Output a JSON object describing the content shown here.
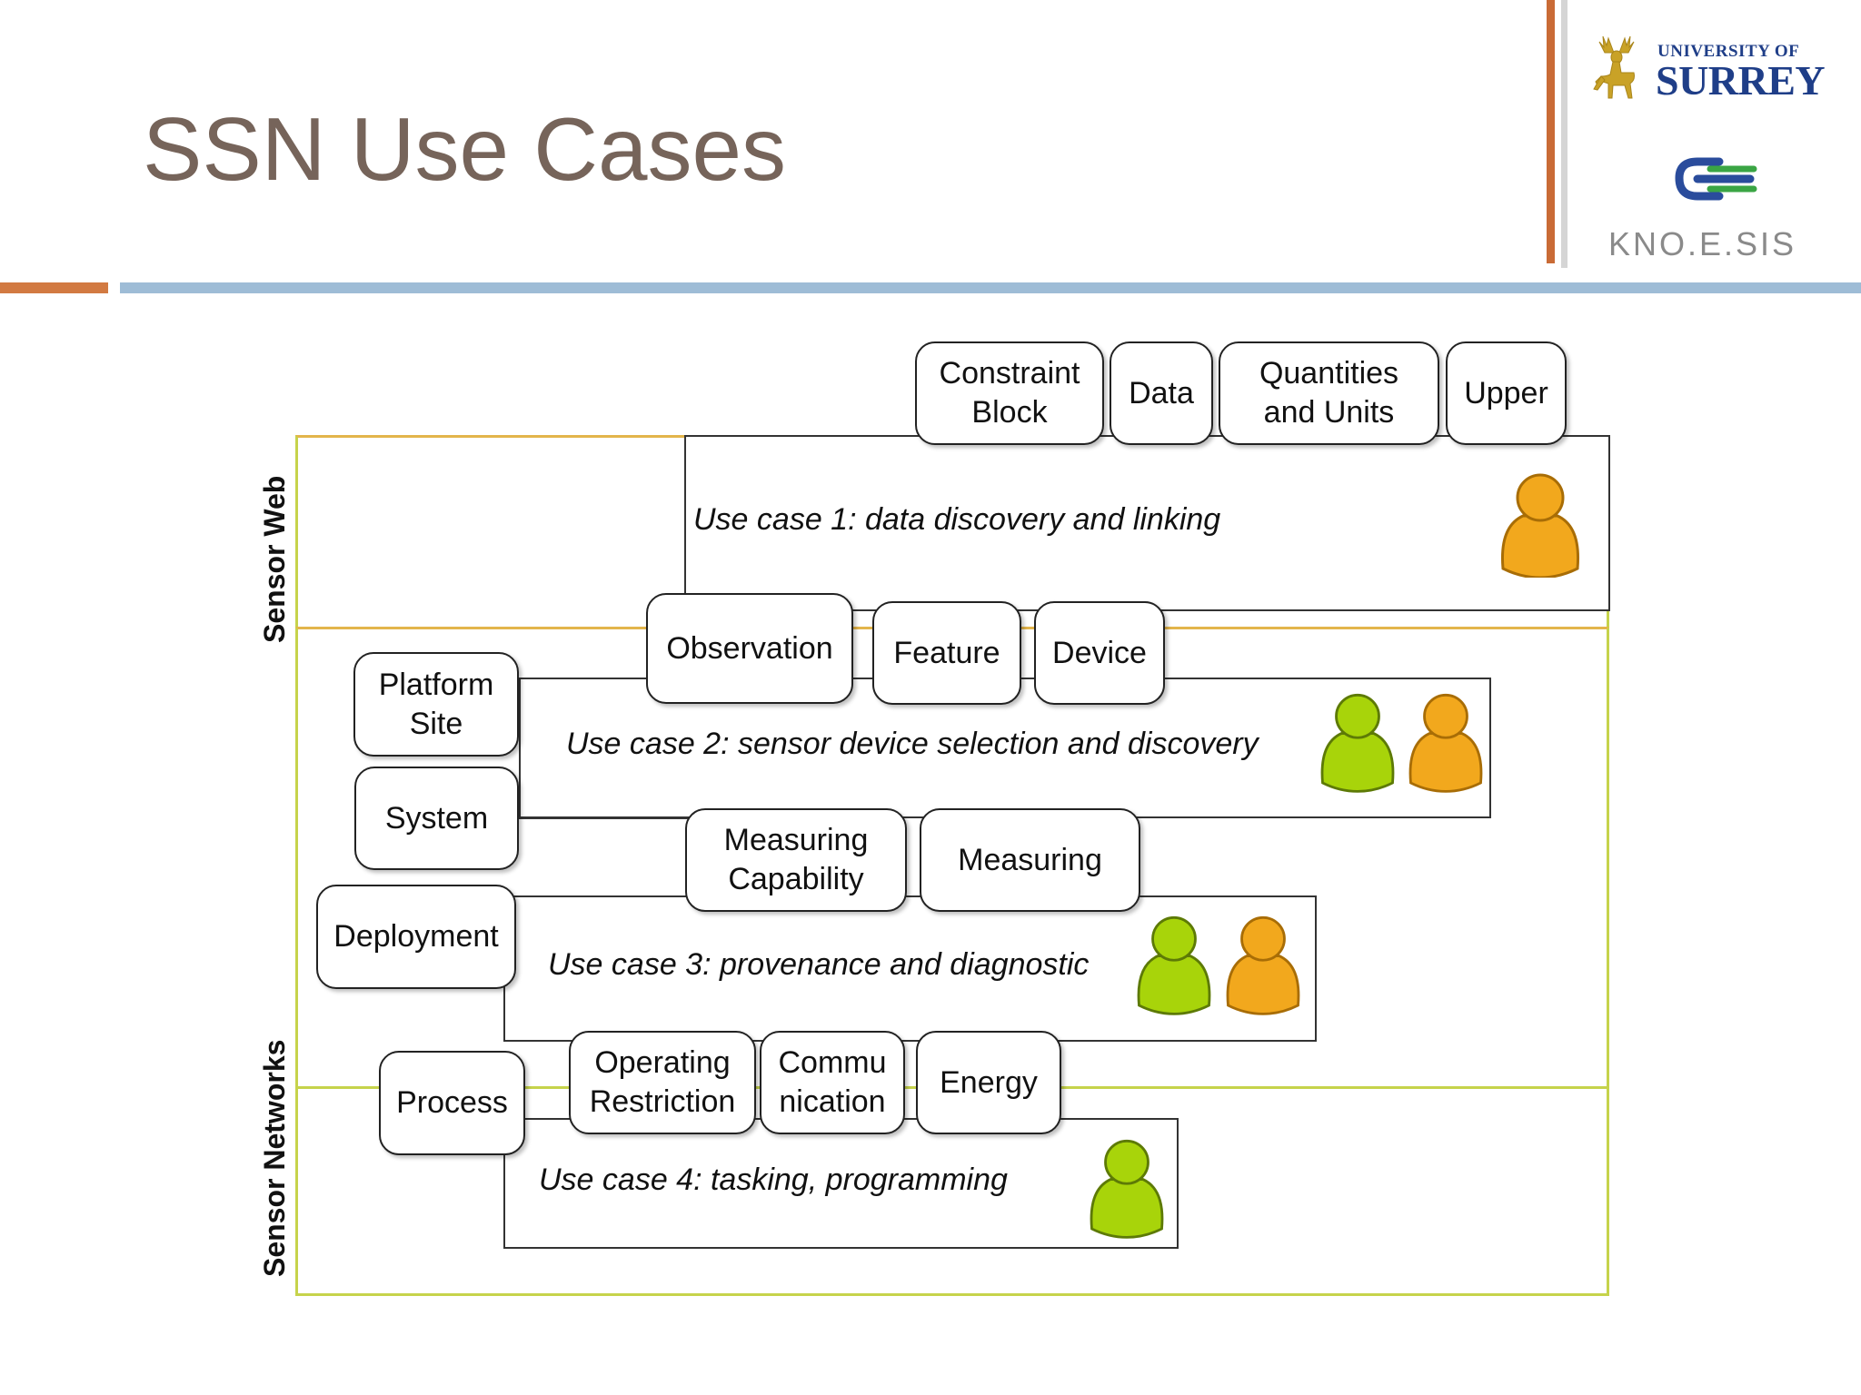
{
  "header": {
    "title": "SSN Use Cases"
  },
  "logos": {
    "surrey_top": "UNIVERSITY OF",
    "surrey_main": "SURREY",
    "knoesis": "KNO.E.SIS"
  },
  "colors": {
    "title": "#76645a",
    "rule_orange": "#d27a42",
    "rule_blue": "#9ebcd6",
    "band_green": "#c6d34b",
    "band_gold": "#e3b54b",
    "actor_green": "#a8d40a",
    "actor_orange": "#f2a81d"
  },
  "diagram": {
    "layers": {
      "sensor_web": "Sensor Web",
      "sensor_networks": "Sensor Networks"
    },
    "use_cases": {
      "uc1": "Use case 1: data discovery and linking",
      "uc2": "Use case 2: sensor device selection and discovery",
      "uc3": "Use case 3: provenance and diagnostic",
      "uc4": "Use case 4: tasking, programming"
    },
    "concepts": {
      "constraint_block": "Constraint\nBlock",
      "data": "Data",
      "quantities_units": "Quantities\nand Units",
      "upper": "Upper",
      "observation": "Observation",
      "feature": "Feature",
      "device": "Device",
      "platform_site": "Platform\nSite",
      "system": "System",
      "measuring_capability": "Measuring\nCapability",
      "measuring": "Measuring",
      "deployment": "Deployment",
      "process": "Process",
      "operating_restriction": "Operating\nRestriction",
      "communication": "Commu\nnication",
      "energy": "Energy"
    },
    "actors": {
      "uc1": [
        "orange"
      ],
      "uc2": [
        "green",
        "orange"
      ],
      "uc3": [
        "green",
        "orange"
      ],
      "uc4": [
        "green"
      ]
    }
  }
}
